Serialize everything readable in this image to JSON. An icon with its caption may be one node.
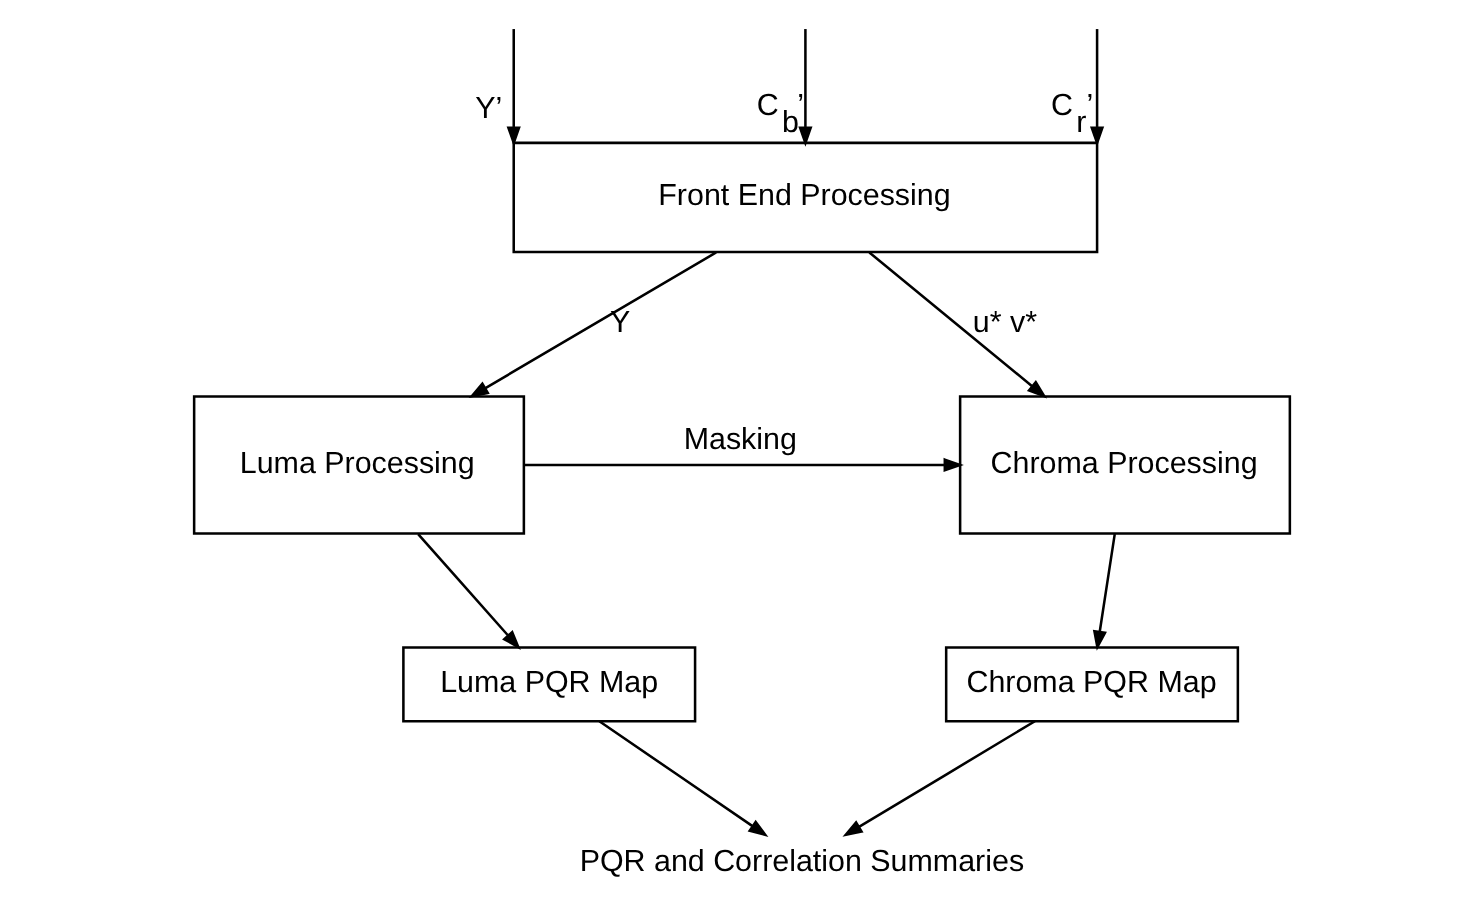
{
  "diagram": {
    "nodes": [
      {
        "text": [
          "Front End Processing"
        ]
      },
      {
        "text": [
          "Luma Processing"
        ]
      },
      {
        "text": [
          "Chroma Processing"
        ]
      },
      {
        "text": [
          "Luma PQR Map"
        ]
      },
      {
        "text": [
          "Chroma PQR Map"
        ]
      },
      {
        "text": [
          "PQR and Correlation Summaries"
        ]
      }
    ],
    "edges": [
      {
        "from": null,
        "to": 0,
        "arrow": "to",
        "label": "Y’"
      },
      {
        "from": null,
        "to": 0,
        "arrow": "to",
        "label": "C$_{b}$’"
      },
      {
        "from": null,
        "to": 0,
        "arrow": "to",
        "label": "C$_{r}$’"
      },
      {
        "from": 0,
        "to": 1,
        "arrow": "to",
        "label": "Y"
      },
      {
        "from": 0,
        "to": 2,
        "arrow": "to",
        "label": "u* v*"
      },
      {
        "from": 1,
        "to": 2,
        "arrow": "to",
        "label": "Masking"
      },
      {
        "from": 1,
        "to": 3,
        "arrow": "to"
      },
      {
        "from": 2,
        "to": 4,
        "arrow": "to"
      },
      {
        "from": 3,
        "to": 5,
        "arrow": "to"
      },
      {
        "from": 4,
        "to": 5,
        "arrow": "to"
      }
    ]
  }
}
